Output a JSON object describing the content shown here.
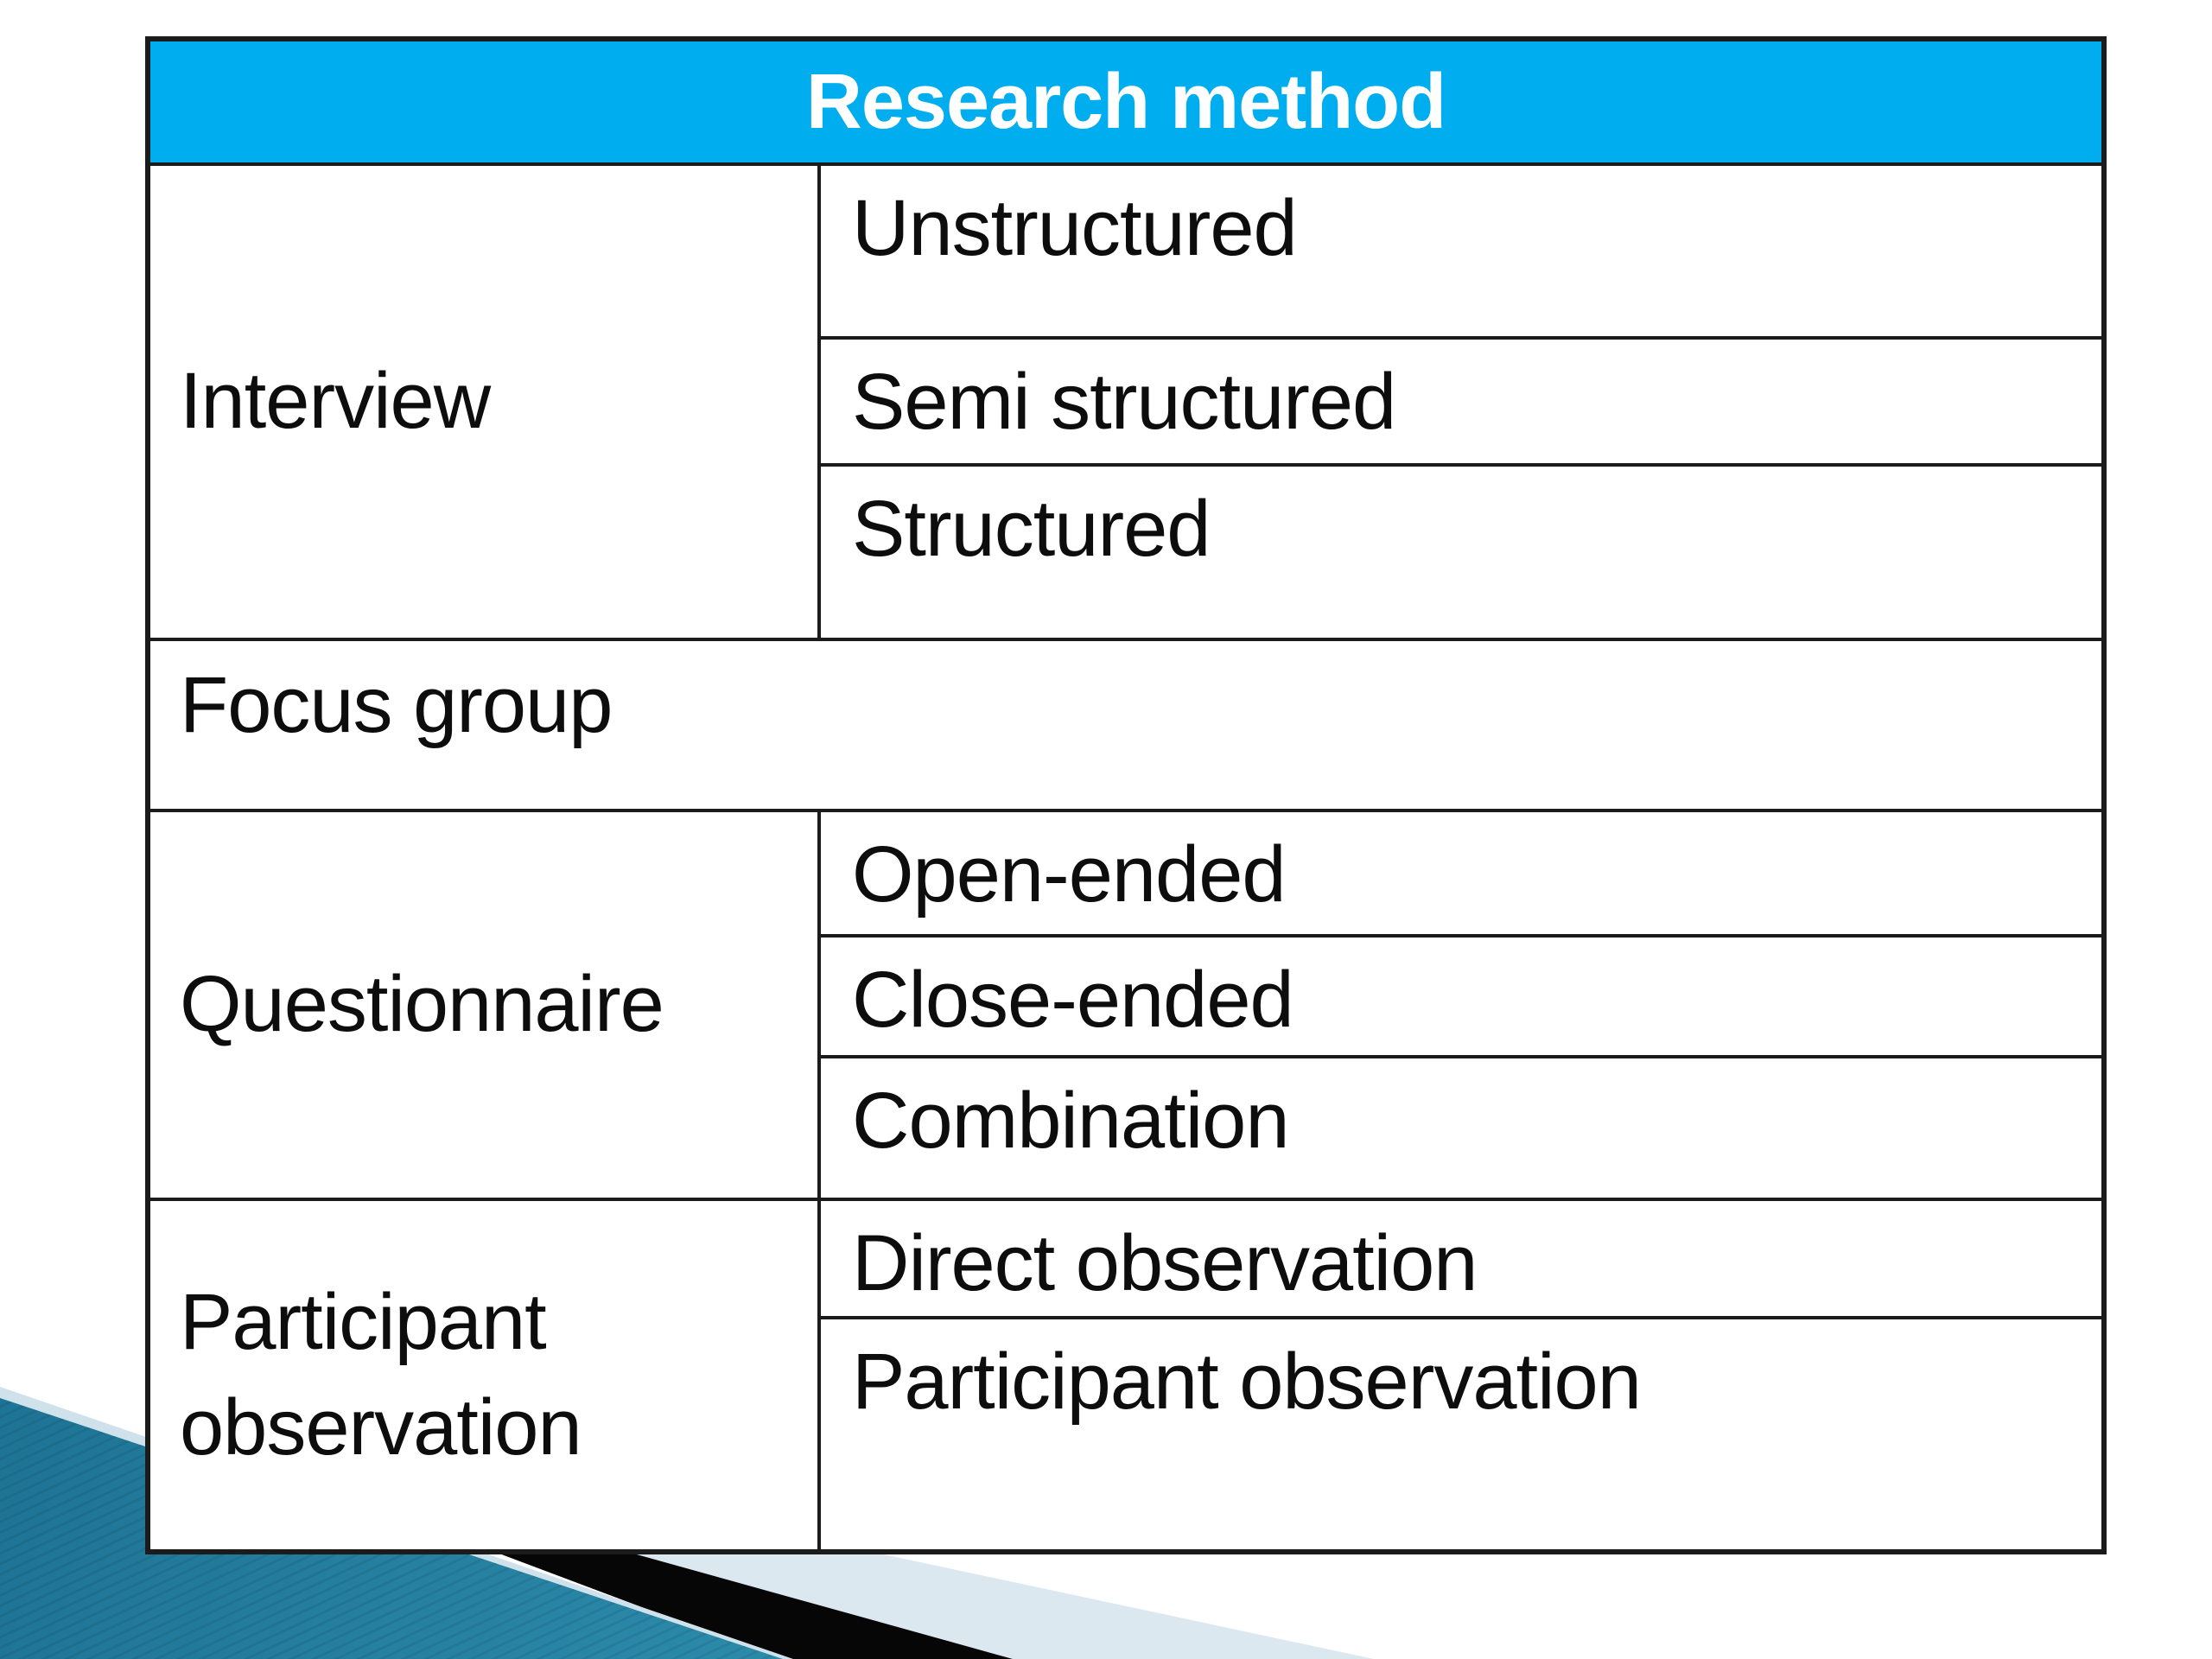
{
  "table": {
    "header": {
      "label": "Research method"
    },
    "groups": [
      {
        "category": "Interview",
        "subtypes": [
          "Unstructured",
          "Semi structured",
          "Structured"
        ]
      },
      {
        "category": "Focus group",
        "subtypes": []
      },
      {
        "category": "Questionnaire",
        "subtypes": [
          "Open-ended",
          "Close-ended",
          "Combination"
        ]
      },
      {
        "category": "Participant observation",
        "subtypes": [
          "Direct observation",
          "Participant observation"
        ]
      }
    ]
  },
  "colors": {
    "header_bg": "#00aeef",
    "header_text": "#ffffff",
    "body_text": "#0d0d0d",
    "border": "#1b1b1b",
    "swoosh_teal_dark": "#18698a",
    "swoosh_teal_light": "#4ba8c5",
    "swoosh_black": "#060606",
    "swoosh_pale": "#dce8f0"
  }
}
